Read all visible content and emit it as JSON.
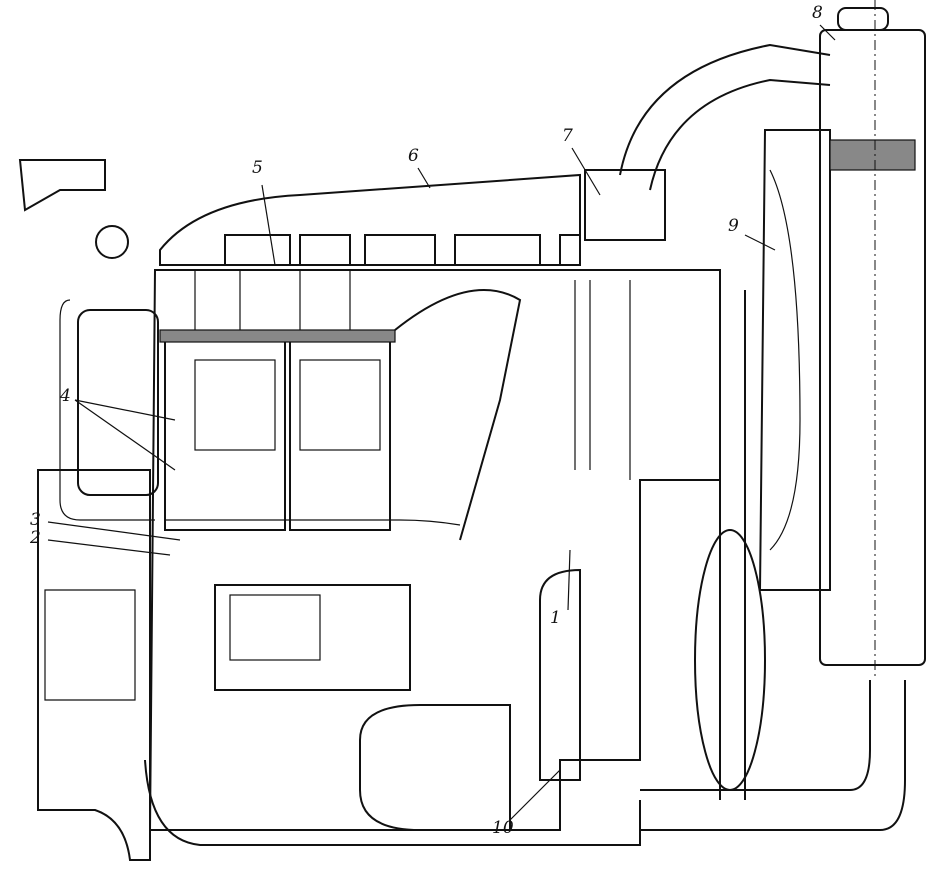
{
  "diagram": {
    "subject": "engine",
    "callouts": [
      {
        "id": "1",
        "text": "1"
      },
      {
        "id": "2",
        "text": "2"
      },
      {
        "id": "3",
        "text": "3"
      },
      {
        "id": "4",
        "text": "4"
      },
      {
        "id": "5",
        "text": "5"
      },
      {
        "id": "6",
        "text": "6"
      },
      {
        "id": "7",
        "text": "7"
      },
      {
        "id": "8",
        "text": "8"
      },
      {
        "id": "9",
        "text": "9"
      },
      {
        "id": "10",
        "text": "10"
      }
    ]
  }
}
